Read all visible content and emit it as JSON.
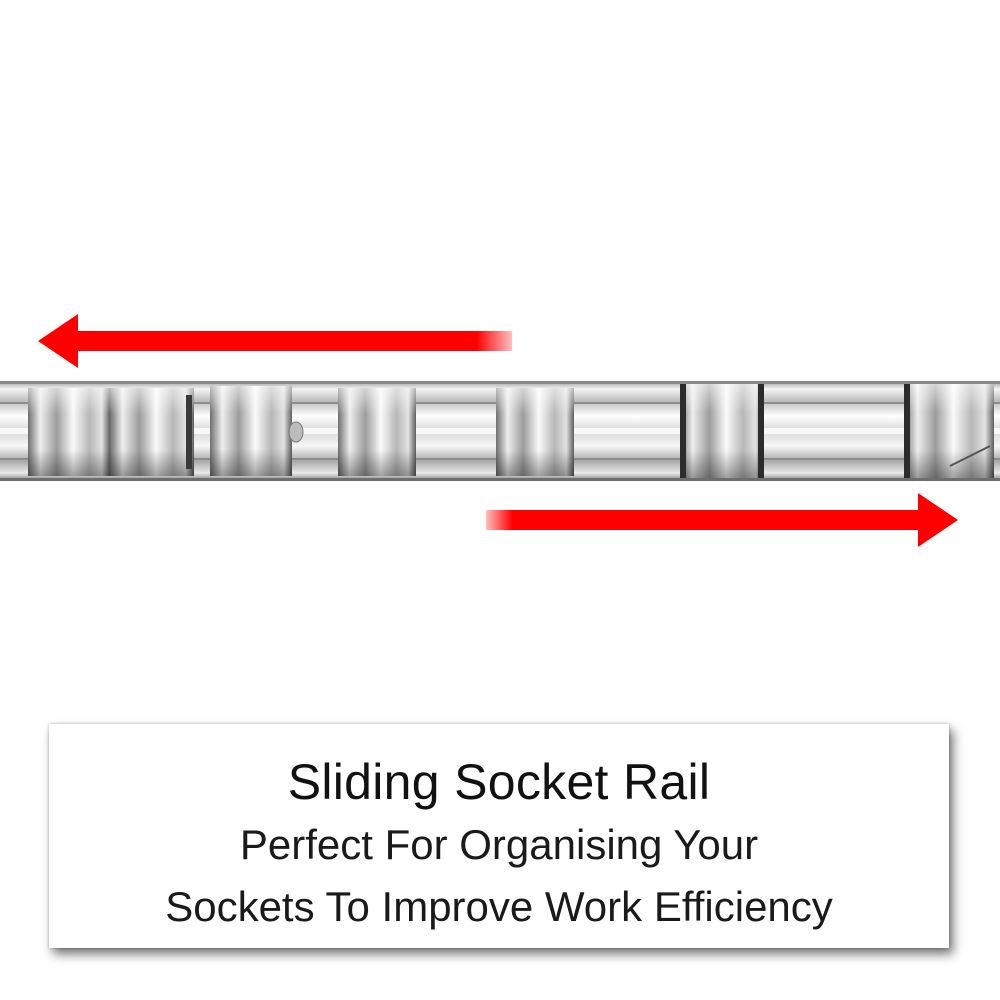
{
  "caption": {
    "title": "Sliding Socket Rail",
    "line1": "Perfect For Organising Your",
    "line2": "Sockets To Improve Work Efficiency"
  },
  "colors": {
    "arrow": "#ff0000",
    "background": "#ffffff",
    "text": "#111111"
  },
  "icons": {
    "left_arrow": "arrow-left-icon",
    "right_arrow": "arrow-right-icon"
  }
}
